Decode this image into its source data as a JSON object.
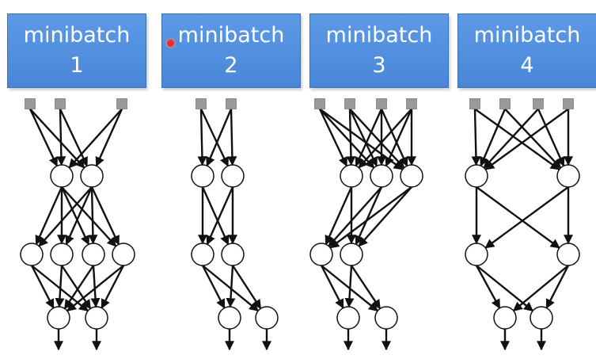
{
  "panels": [
    {
      "title": "minibatch",
      "number": "1",
      "inputs": 3,
      "layers": [
        2,
        4,
        2
      ],
      "connections": [
        [
          [
            0,
            0
          ],
          [
            0,
            1
          ],
          [
            1,
            0
          ],
          [
            1,
            1
          ],
          [
            2,
            0
          ],
          [
            2,
            1
          ]
        ],
        [
          [
            0,
            0
          ],
          [
            0,
            1
          ],
          [
            0,
            2
          ],
          [
            0,
            3
          ],
          [
            1,
            0
          ],
          [
            1,
            1
          ],
          [
            1,
            2
          ],
          [
            1,
            3
          ]
        ],
        [
          [
            0,
            0
          ],
          [
            0,
            1
          ],
          [
            1,
            0
          ],
          [
            1,
            1
          ],
          [
            2,
            0
          ],
          [
            2,
            1
          ],
          [
            3,
            0
          ],
          [
            3,
            1
          ]
        ]
      ]
    },
    {
      "title": "minibatch",
      "number": "2",
      "inputs": 2,
      "layers": [
        2,
        2,
        2
      ],
      "connections": [
        [
          [
            0,
            0
          ],
          [
            0,
            1
          ],
          [
            1,
            0
          ],
          [
            1,
            1
          ]
        ],
        [
          [
            0,
            0
          ],
          [
            0,
            1
          ],
          [
            1,
            0
          ],
          [
            1,
            1
          ]
        ],
        [
          [
            0,
            0
          ],
          [
            0,
            1
          ],
          [
            1,
            0
          ],
          [
            1,
            1
          ]
        ]
      ]
    },
    {
      "title": "minibatch",
      "number": "3",
      "inputs": 4,
      "layers": [
        3,
        2,
        2
      ],
      "connections": [
        [
          [
            0,
            0
          ],
          [
            0,
            1
          ],
          [
            0,
            2
          ],
          [
            1,
            0
          ],
          [
            1,
            1
          ],
          [
            1,
            2
          ],
          [
            2,
            0
          ],
          [
            2,
            1
          ],
          [
            2,
            2
          ],
          [
            3,
            0
          ],
          [
            3,
            1
          ],
          [
            3,
            2
          ]
        ],
        [
          [
            0,
            0
          ],
          [
            0,
            1
          ],
          [
            1,
            0
          ],
          [
            1,
            1
          ],
          [
            2,
            0
          ],
          [
            2,
            1
          ]
        ],
        [
          [
            0,
            0
          ],
          [
            0,
            1
          ],
          [
            1,
            0
          ],
          [
            1,
            1
          ]
        ]
      ]
    },
    {
      "title": "minibatch",
      "number": "4",
      "inputs": 4,
      "layers": [
        2,
        2,
        2
      ],
      "connections": [
        [
          [
            0,
            0
          ],
          [
            0,
            1
          ],
          [
            1,
            0
          ],
          [
            1,
            1
          ],
          [
            2,
            0
          ],
          [
            2,
            1
          ],
          [
            3,
            0
          ],
          [
            3,
            1
          ]
        ],
        [
          [
            0,
            0
          ],
          [
            0,
            1
          ],
          [
            1,
            0
          ],
          [
            1,
            1
          ]
        ],
        [
          [
            0,
            0
          ],
          [
            0,
            1
          ],
          [
            1,
            0
          ],
          [
            1,
            1
          ]
        ]
      ]
    }
  ],
  "colors": {
    "box_fill": "#4a86d8",
    "box_text": "#ffffff",
    "input_square": "#9a9a9a",
    "line": "#111111",
    "node_fill": "#ffffff",
    "cursor": "#e0322e"
  }
}
